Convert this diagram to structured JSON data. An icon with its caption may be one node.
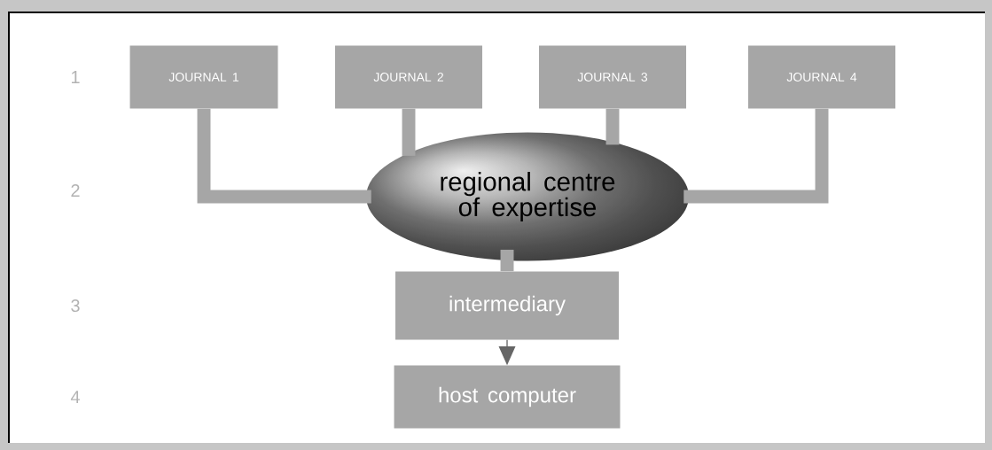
{
  "diagram": {
    "nodes": [
      {
        "text": [
          "JOURNAL 1"
        ]
      },
      {
        "text": [
          "JOURNAL 2"
        ]
      },
      {
        "text": [
          "JOURNAL 3"
        ]
      },
      {
        "text": [
          "JOURNAL 4"
        ]
      },
      {
        "text": [
          "regional centre of expertise"
        ]
      },
      {
        "text": [
          "intermediary"
        ]
      },
      {
        "text": [
          "host computer"
        ]
      }
    ],
    "edges": [
      {
        "from": 0,
        "to": 4,
        "arrow": "none"
      },
      {
        "from": 1,
        "to": 4,
        "arrow": "none"
      },
      {
        "from": 2,
        "to": 4,
        "arrow": "none"
      },
      {
        "from": 3,
        "to": 4,
        "arrow": "none"
      },
      {
        "from": 4,
        "to": 5,
        "arrow": "none"
      },
      {
        "from": 5,
        "to": 6,
        "arrow": "to"
      }
    ],
    "labels": [
      "1",
      "2",
      "3",
      "4"
    ]
  }
}
